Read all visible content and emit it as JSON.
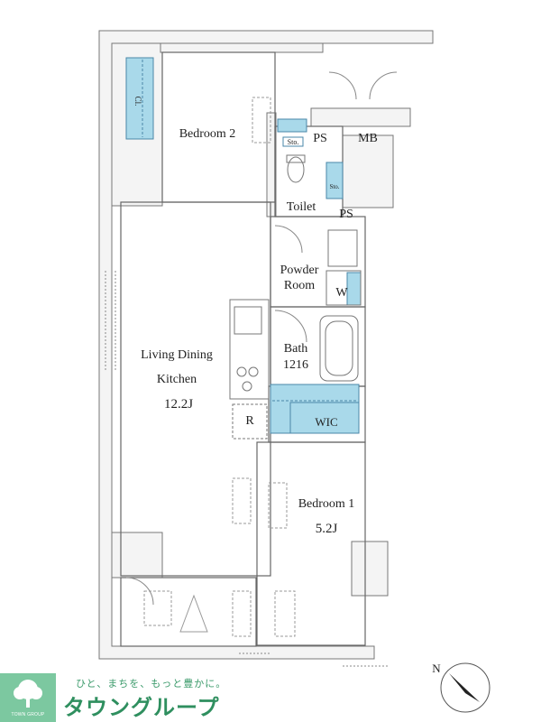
{
  "rooms": {
    "bedroom2": {
      "label": "Bedroom 2"
    },
    "closet": {
      "label": "Cl."
    },
    "ps_top": {
      "label": "PS"
    },
    "mb": {
      "label": "MB"
    },
    "sto1": {
      "label": "Sto."
    },
    "sto2": {
      "label": "Sto."
    },
    "toilet": {
      "label": "Toilet"
    },
    "ps_mid": {
      "label": "PS"
    },
    "powder_room": {
      "line1": "Powder",
      "line2": "Room"
    },
    "washer": {
      "label": "W"
    },
    "bath": {
      "line1": "Bath",
      "line2": "1216"
    },
    "ldk": {
      "line1": "Living Dining",
      "line2": "Kitchen",
      "size": "12.2J"
    },
    "refrigerator": {
      "label": "R"
    },
    "wic": {
      "label": "WIC"
    },
    "bedroom1": {
      "label": "Bedroom 1",
      "size": "5.2J"
    }
  },
  "compass": {
    "label": "N"
  },
  "branding": {
    "tagline": "ひと、まちを、もっと豊かに。",
    "name": "タウングループ",
    "logo_sub": "TOWN GROUP"
  },
  "colors": {
    "storage_fill": "#a9d9ea",
    "wall": "#b9b9b9",
    "line": "#555555",
    "brand_green": "#7cc8a0"
  }
}
